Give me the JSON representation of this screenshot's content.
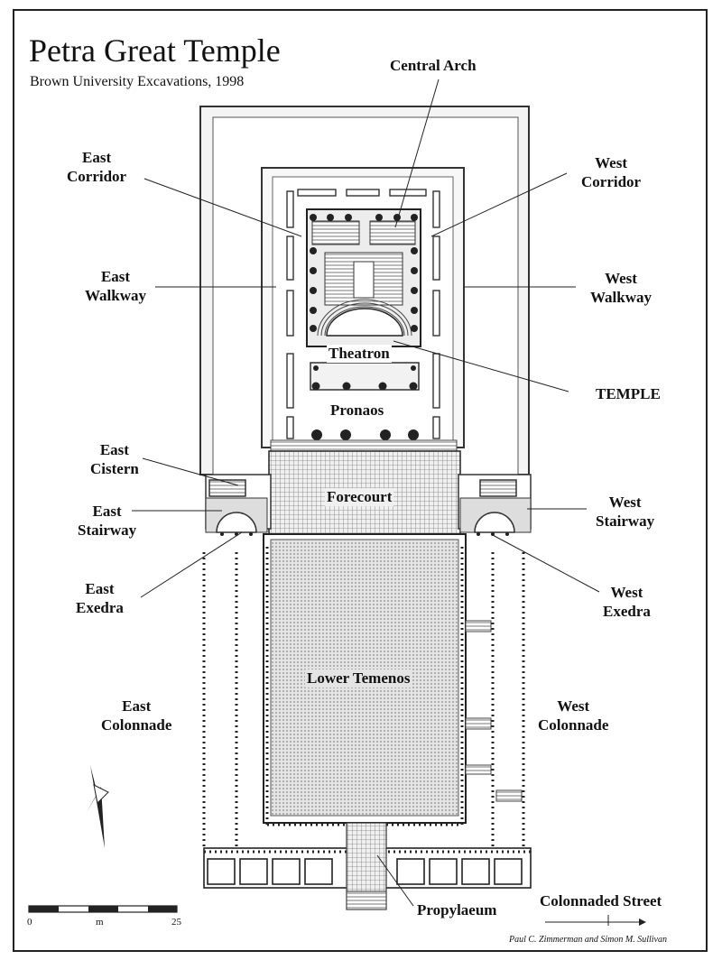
{
  "header": {
    "title": "Petra Great Temple",
    "subtitle": "Brown University Excavations, 1998"
  },
  "labels": {
    "central_arch": "Central Arch",
    "east_corridor": [
      "East",
      "Corridor"
    ],
    "west_corridor": [
      "West",
      "Corridor"
    ],
    "east_walkway": [
      "East",
      "Walkway"
    ],
    "west_walkway": [
      "West",
      "Walkway"
    ],
    "theatron": "Theatron",
    "temple": "TEMPLE",
    "pronaos": "Pronaos",
    "east_cistern": [
      "East",
      "Cistern"
    ],
    "forecourt": "Forecourt",
    "east_stairway": [
      "East",
      "Stairway"
    ],
    "west_stairway": [
      "West",
      "Stairway"
    ],
    "east_exedra": [
      "East",
      "Exedra"
    ],
    "west_exedra": [
      "West",
      "Exedra"
    ],
    "lower_temenos": "Lower Temenos",
    "east_colonnade": [
      "East",
      "Colonnade"
    ],
    "west_colonnade": [
      "West",
      "Colonnade"
    ],
    "propylaeum": "Propylaeum",
    "colonnaded_street": "Colonnaded Street"
  },
  "scale": {
    "start": "0",
    "unit": "m",
    "end": "25"
  },
  "credit": "Paul C. Zimmerman and Simon M. Sullivan"
}
